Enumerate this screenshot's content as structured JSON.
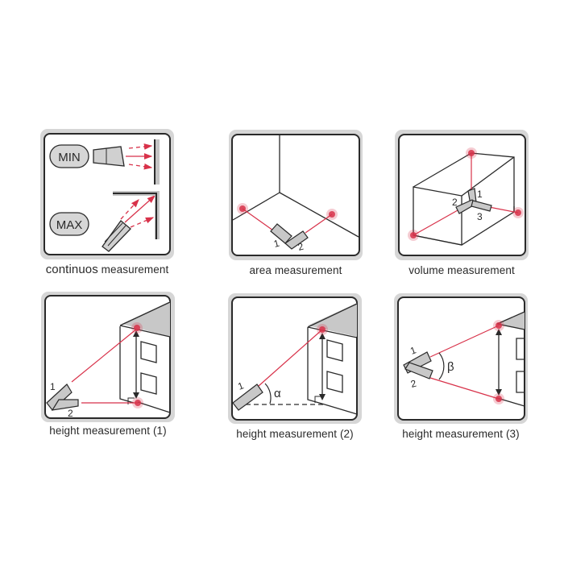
{
  "colors": {
    "laser": "#d8324a",
    "panel_frame": "#d6d6d6",
    "device_fill": "#c8c8c8",
    "outline": "#2a2a2a"
  },
  "panels": [
    {
      "id": "continuous",
      "caption_word1": "continuos",
      "caption_word2": "measurement",
      "badge_min": "MIN",
      "badge_max": "MAX"
    },
    {
      "id": "area",
      "caption": "area measurement",
      "labels": [
        "1",
        "2"
      ]
    },
    {
      "id": "volume",
      "caption": "volume measurement",
      "labels": [
        "1",
        "2",
        "3"
      ]
    },
    {
      "id": "height1",
      "caption": "height measurement (1)",
      "labels": [
        "1",
        "2"
      ]
    },
    {
      "id": "height2",
      "caption": "height measurement (2)",
      "labels": [
        "1"
      ],
      "angle": "α"
    },
    {
      "id": "height3",
      "caption": "height measurement (3)",
      "labels": [
        "1",
        "2"
      ],
      "angle": "β"
    }
  ]
}
